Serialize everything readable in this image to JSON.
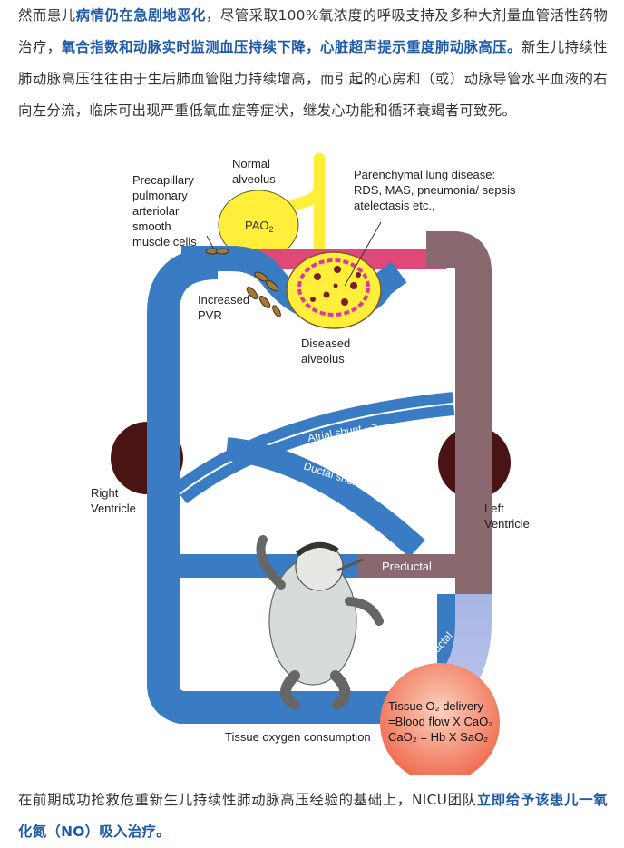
{
  "intro": {
    "p1_a": "然而患儿",
    "p1_b": "病情仍在急剧地恶化",
    "p1_c": "，尽管采取100%氧浓度的呼吸支持及多种大剂量血管活性药物治疗，",
    "p1_d": "氧合指数和动脉实时监测血压持续下降，心脏超声提示重度肺动脉高压。",
    "p1_e": "新生儿持续性肺动脉高压往往由于生后肺血管阻力持续增高，而引起的心房和（或）动脉导管水平血液的右向左分流，临床可出现严重低氧血症等症状，继发心功能和循环衰竭者可致死。"
  },
  "figure": {
    "labels": {
      "normal_alveolus": [
        "Normal",
        "alveolus"
      ],
      "pao2": "PAO",
      "pao2_sub": "2",
      "precapillary": [
        "Precapillary",
        "pulmonary",
        "arteriolar",
        "smooth",
        "muscle cells"
      ],
      "parenchymal": [
        "Parenchymal lung disease:",
        "RDS, MAS, pneumonia/ sepsis",
        "atelectasis etc.,"
      ],
      "increased_pvr": [
        "Increased",
        "PVR"
      ],
      "diseased_alveolus": [
        "Diseased",
        "alveolus"
      ],
      "atrial_shunt": "Atrial shunt -->",
      "ductal_shunt": "Ductal shunt -->",
      "right_ventricle": [
        "Right",
        "Ventricle"
      ],
      "left_ventricle": [
        "Left",
        "Ventricle"
      ],
      "preductal": "Preductal",
      "postductal": "Postductal",
      "tissue_consumption": "Tissue oxygen consumption",
      "tissue_delivery": [
        "Tissue O₂ delivery",
        "=Blood flow X CaO₂",
        "CaO₂ = Hb X SaO₂"
      ]
    },
    "colors": {
      "venous": "#3a7cc4",
      "venous_dark": "#1f5a9e",
      "arterial": "#8a6870",
      "alveolus": "#ffef3a",
      "pink": "#e0507a",
      "ventricle": "#4a1414",
      "postductal": "#9fb2e2",
      "tissue": "#ef7055"
    }
  },
  "outro": {
    "p2_a": "在前期成功抢救危重新生儿持续性肺动脉高压经验的基础上，NICU团队",
    "p2_b": "立即给予该患儿一氧化氮（NO）吸入治疗。"
  }
}
